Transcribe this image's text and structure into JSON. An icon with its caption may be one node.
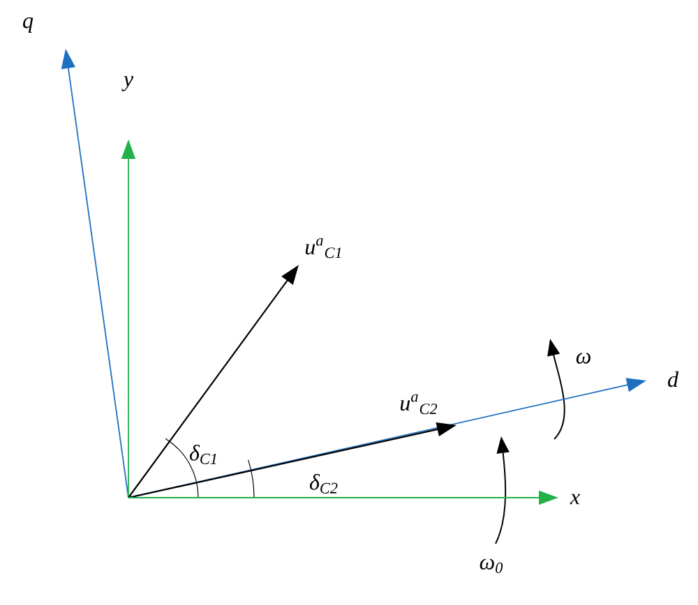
{
  "diagram": {
    "nodes": [
      {
        "text": [
          "q"
        ]
      },
      {
        "text": [
          "y"
        ]
      },
      {
        "text": [
          "*u*$^{a}$$_{C1}$"
        ]
      },
      {
        "text": [
          "d"
        ]
      },
      {
        "text": [
          "*u*$^{a}$$_{C2}$"
        ]
      },
      {
        "text": [
          "x"
        ]
      }
    ],
    "edges": [
      {
        "from": null,
        "to": 0,
        "arrow": "to",
        "color": "#1f6fc0"
      },
      {
        "from": null,
        "to": 1,
        "arrow": "to",
        "color": "#22b04a"
      },
      {
        "from": null,
        "to": 2,
        "arrow": "to",
        "color": "#000000"
      },
      {
        "from": null,
        "to": 3,
        "arrow": "to",
        "color": "#1f6fc0"
      },
      {
        "from": null,
        "to": 4,
        "arrow": "to",
        "color": "#000000"
      },
      {
        "from": null,
        "to": 5,
        "arrow": "to",
        "color": "#22b04a"
      }
    ],
    "labels": [
      "ω",
      "δ$_{C1}$",
      "δ$_{C2}$",
      "ω$_{0}$"
    ]
  }
}
